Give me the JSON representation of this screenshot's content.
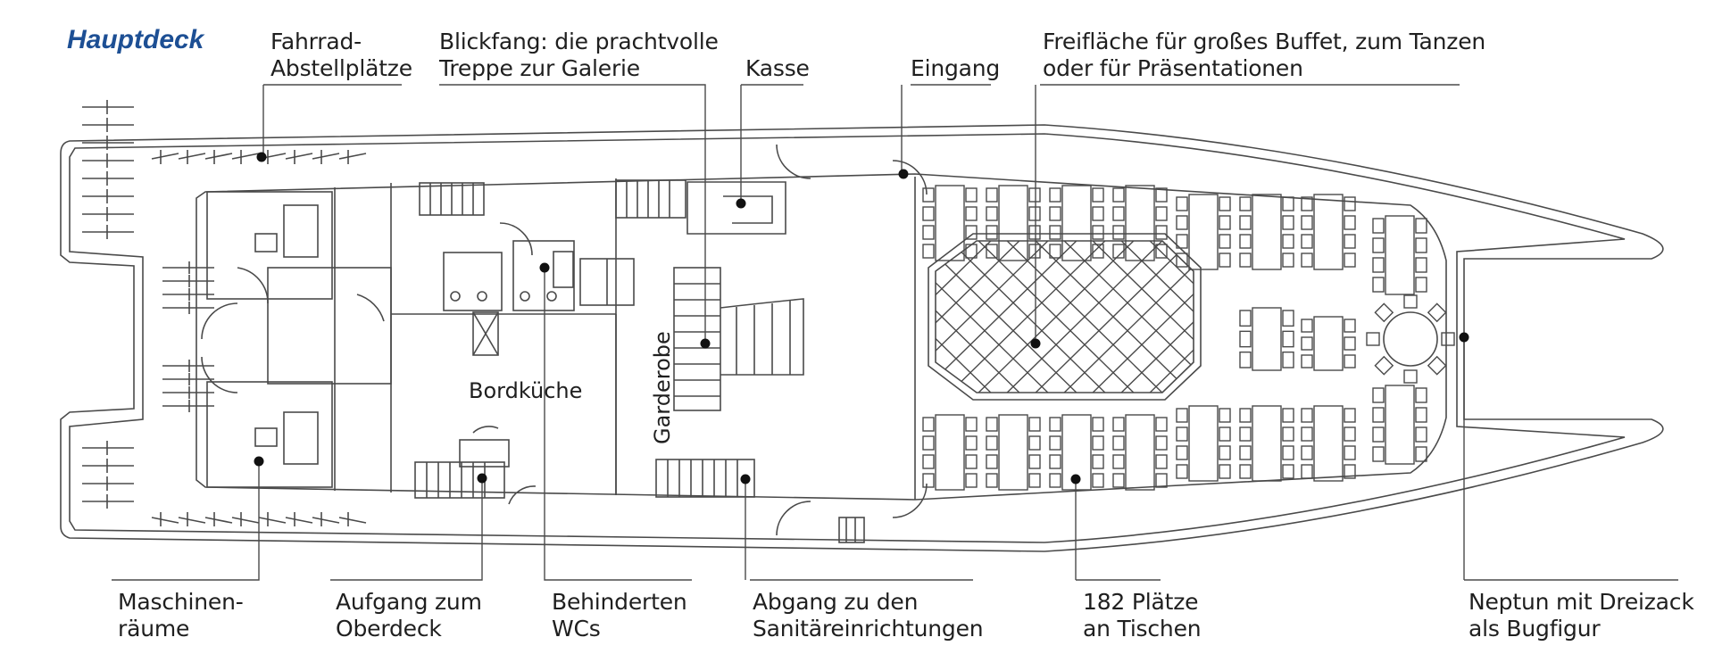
{
  "title": "Hauptdeck",
  "labels": {
    "fahrrad": "Fahrrad-\nAbstellplätze",
    "blickfang": "Blickfang: die prachtvolle\nTreppe zur Galerie",
    "kasse": "Kasse",
    "eingang": "Eingang",
    "freiflaeche": "Freifläche für großes Buffet, zum Tanzen\noder für Präsentationen",
    "maschinen": "Maschinen-\nräume",
    "aufgang": "Aufgang zum\nOberdeck",
    "behinderten": "Behinderten\nWCs",
    "abgang": "Abgang zu den\nSanitäreinrichtungen",
    "plaetze": "182 Plätze\nan Tischen",
    "neptun": "Neptun mit Dreizack\nals Bugfigur"
  },
  "rooms": {
    "bordkueche": "Bordküche",
    "garderobe": "Garderobe"
  },
  "colors": {
    "title": "#1d4f94",
    "line": "#4a4a4a",
    "text": "#1f1f1f"
  }
}
